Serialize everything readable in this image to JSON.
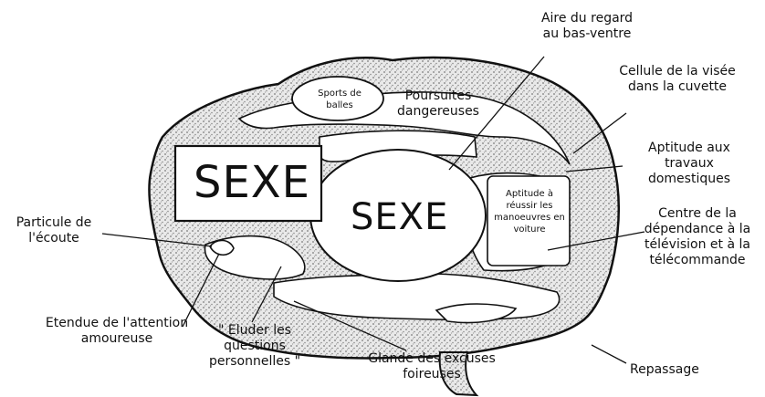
{
  "regions": {
    "sexe_left": "SEXE",
    "sexe_center": "SEXE",
    "sports": "Sports de balles",
    "poursuites": "Poursuites dangereuses",
    "aptitude_reussir": "Aptitude à réussir les manoeuvres en voiture"
  },
  "labels": {
    "aire_regard": "Aire du regard au bas-ventre",
    "cellule_visee": "Cellule de la visée dans la cuvette",
    "aptitude_travaux": "Aptitude aux travaux domestiques",
    "centre_dependance": "Centre de la dépendance à la télévision et à la télécommande",
    "repassage": "Repassage",
    "glande_excuses": "Glande des excuses foireuses",
    "eluder": "\" Eluder les questions personnelles \"",
    "etendue_attention": "Etendue de l'attention amoureuse",
    "particule_ecoute": "Particule de l'écoute"
  },
  "colors": {
    "ink": "#111111",
    "stipple": "#9a9a9a",
    "paper": "#ffffff"
  }
}
